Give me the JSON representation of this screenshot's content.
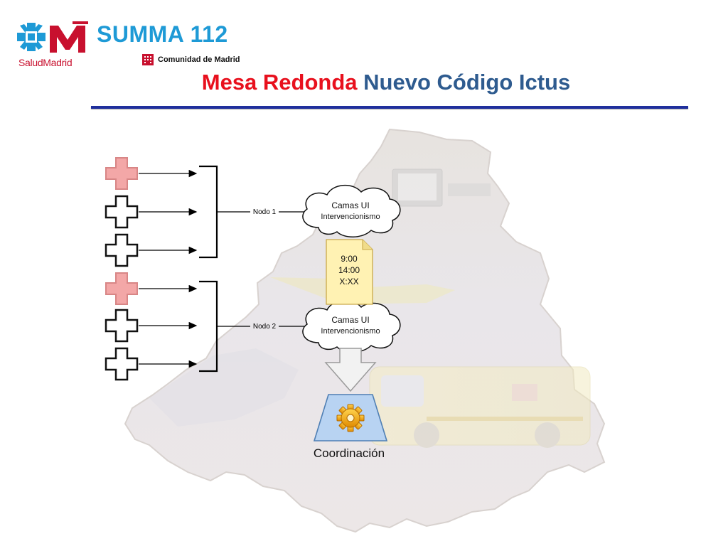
{
  "header": {
    "salud_label": "SaludMadrid",
    "summa_label": "SUMMA 112",
    "comunidad_label": "Comunidad de Madrid"
  },
  "title": {
    "part1": "Mesa Redonda",
    "part2": "Nuevo Código Ictus"
  },
  "diagram": {
    "node1_label": "Nodo 1",
    "node2_label": "Nodo 2",
    "cloud1_line1": "Camas UI",
    "cloud1_line2": "Intervencionismo",
    "cloud2_line1": "Camas UI",
    "cloud2_line2": "Intervencionismo",
    "note_line1": "9:00",
    "note_line2": "14:00",
    "note_line3": "X:XX",
    "coordination_label": "Coordinación"
  },
  "colors": {
    "title_red": "#e8101d",
    "title_blue": "#2e5b8f",
    "summa_blue": "#1e9ad6",
    "rule_blue": "#1f2f9c",
    "cross_red": "#f3a7a7",
    "note_yellow": "#fff2b3",
    "trapezoid_blue": "#b8d3f2"
  }
}
